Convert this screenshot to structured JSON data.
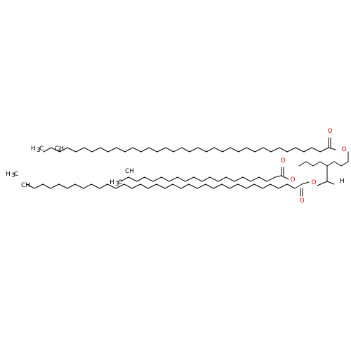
{
  "molecule": {
    "atom_labels": {
      "o_carbonyl_top": "O",
      "o_ester_top": "O",
      "o_carbonyl_mid": "O",
      "o_ester_mid": "O",
      "o_ester_bot": "O",
      "o_carbonyl_bot": "O",
      "ch_top": "CH",
      "ch_mid": "CH",
      "ch_bot": "CH",
      "h3c_mid": "H",
      "h3c_mid_sub": "3",
      "h3c_mid_c": "C",
      "h3c_top": "H",
      "h3c_top_sub": "3",
      "h3c_top_c": "C",
      "h3c_bot": "H",
      "h3c_bot_sub": "3",
      "h3c_bot_c": "C",
      "stereo_h": "H"
    },
    "colors": {
      "bond": "#000000",
      "oxygen": "#ff0000",
      "background": "#ffffff"
    }
  }
}
